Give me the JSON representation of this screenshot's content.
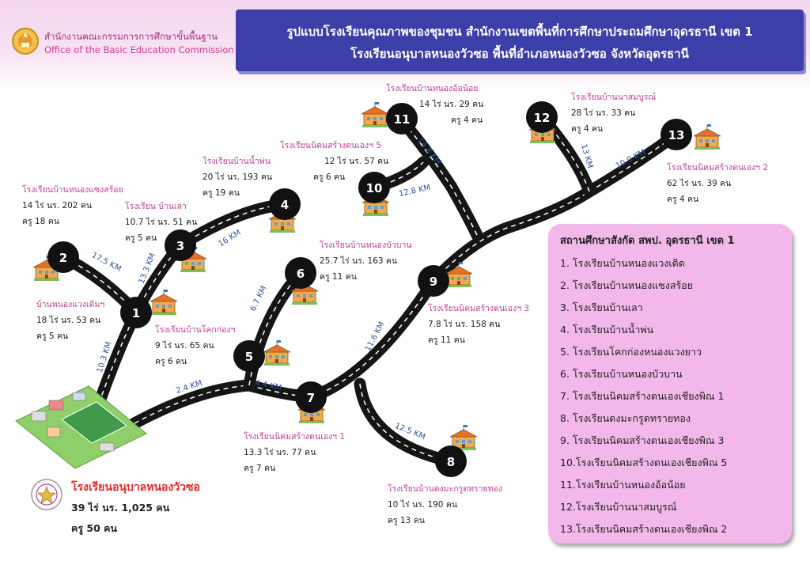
{
  "org": {
    "name_th": "สำนักงานคณะกรรมการการศึกษาขั้นพื้นฐาน",
    "name_en": "Office of the Basic Education Commission"
  },
  "banner": {
    "line1": "รูปแบบโรงเรียนคุณภาพของชุมชน สำนักงานเขตพื้นที่การศึกษาประถมศึกษาอุดรธานี เขต 1",
    "line2": "โรงเรียนอนุบาลหนองวัวซอ พื้นที่อำเภอหนองวัวซอ จังหวัดอุดรธานี"
  },
  "main_school": {
    "name": "โรงเรียนอนุบาลหนองวัวซอ",
    "stats": "39 ไร่ นร. 1,025 คน",
    "teachers": "ครู 50 คน"
  },
  "nodes": [
    {
      "num": "1",
      "name": "บ้านหนองแวงเดิมฯ",
      "stats": "18 ไร่ นร. 53 คน",
      "teachers": "ครู 5 คน"
    },
    {
      "num": "2",
      "name": "โรงเรียนบ้านหนองแซงสร้อย",
      "stats": "14 ไร่ นร. 202 คน",
      "teachers": "ครู 18 คน"
    },
    {
      "num": "3",
      "name": "โรงเรียน บ้านเลา",
      "stats": "10.7 ไร่ นร. 51 คน",
      "teachers": "ครู 5 คน"
    },
    {
      "num": "4",
      "name": "โรงเรียนบ้านน้ำพ่น",
      "stats": "20 ไร่ นร. 193 คน",
      "teachers": "ครู 19 คน"
    },
    {
      "num": "5",
      "name": "โรงเรียนบ้านโคกก่องฯ",
      "stats": "9 ไร่ นร. 65 คน",
      "teachers": "ครู 6 คน"
    },
    {
      "num": "6",
      "name": "โรงเรียนบ้านหนองบัวบาน",
      "stats": "25.7 ไร่ นร. 163 คน",
      "teachers": "ครู 11 คน"
    },
    {
      "num": "7",
      "name": "โรงเรียนนิคมสร้างตนเองฯ 1",
      "stats": "13.3 ไร่ นร. 77 คน",
      "teachers": "ครู 7 คน"
    },
    {
      "num": "8",
      "name": "โรงเรียนบ้านดงมะกรูดทรายทอง",
      "stats": "10 ไร่ นร. 190 คน",
      "teachers": "ครู 13 คน"
    },
    {
      "num": "9",
      "name": "โรงเรียนนิคมสร้างตนเองฯ 3",
      "stats": "7.8 ไร่ นร. 158 คน",
      "teachers": "ครู 11 คน"
    },
    {
      "num": "10",
      "name": "โรงเรียนนิคมสร้างตนเองฯ 5",
      "stats": "12 ไร่ นร. 57 คน",
      "teachers": "ครู 6 คน"
    },
    {
      "num": "11",
      "name": "โรงเรียนบ้านหนองอ้อน้อย",
      "stats": "14 ไร่ นร. 29 คน",
      "teachers": "ครู 4 คน"
    },
    {
      "num": "12",
      "name": "โรงเรียนบ้านนาสมบูรณ์",
      "stats": "28 ไร่ นร. 33 คน",
      "teachers": "ครู 4 คน"
    },
    {
      "num": "13",
      "name": "โรงเรียนนิคมสร้างตนเองฯ 2",
      "stats": "62 ไร่ นร. 39 คน",
      "teachers": "ครู 4 คน"
    }
  ],
  "distances": [
    "10.3 KM",
    "17.5 KM",
    "13.3 KM",
    "16 KM",
    "2.4 KM",
    "4.4 KM",
    "6.7 KM",
    "11.6 KM",
    "12.5 KM",
    "12.8 KM",
    "14.8 KM",
    "13 KM",
    "10.9 KM"
  ],
  "legend": {
    "title": "สถานศึกษาสังกัด สพป. อุดรธานี เขต 1",
    "items": [
      "1. โรงเรียนบ้านหนองแวงเดิด",
      "2. โรงเรียนบ้านหนองแซงสร้อย",
      "3. โรงเรียนบ้านเลา",
      "4. โรงเรียนบ้านน้ำพ่น",
      "5. โรงเรียนโคกก่องหนองแวงยาว",
      "6. โรงเรียนบ้านหนองบัวบาน",
      "7. โรงเรียนนิคมสร้างตนเองเชียงพิณ 1",
      "8. โรงเรียนดงมะกรูดทรายทอง",
      "9. โรงเรียนนิคมสร้างตนเองเชียงพิณ 3",
      "10.โรงเรียนนิคมสร้างตนเองเชียงพิณ 5",
      "11.โรงเรียนบ้านหนองอ้อน้อย",
      "12.โรงเรียนบ้านนาสมบูรณ์",
      "13.โรงเรียนนิคมสร้างตนเองเชียงพิณ 2"
    ]
  },
  "colors": {
    "banner": "#3d3fa8",
    "node": "#111111",
    "school_name": "#c2409a",
    "legend_bg": "#f2b8e9",
    "main_name": "#e52a2a",
    "distance": "#2e55a0"
  }
}
